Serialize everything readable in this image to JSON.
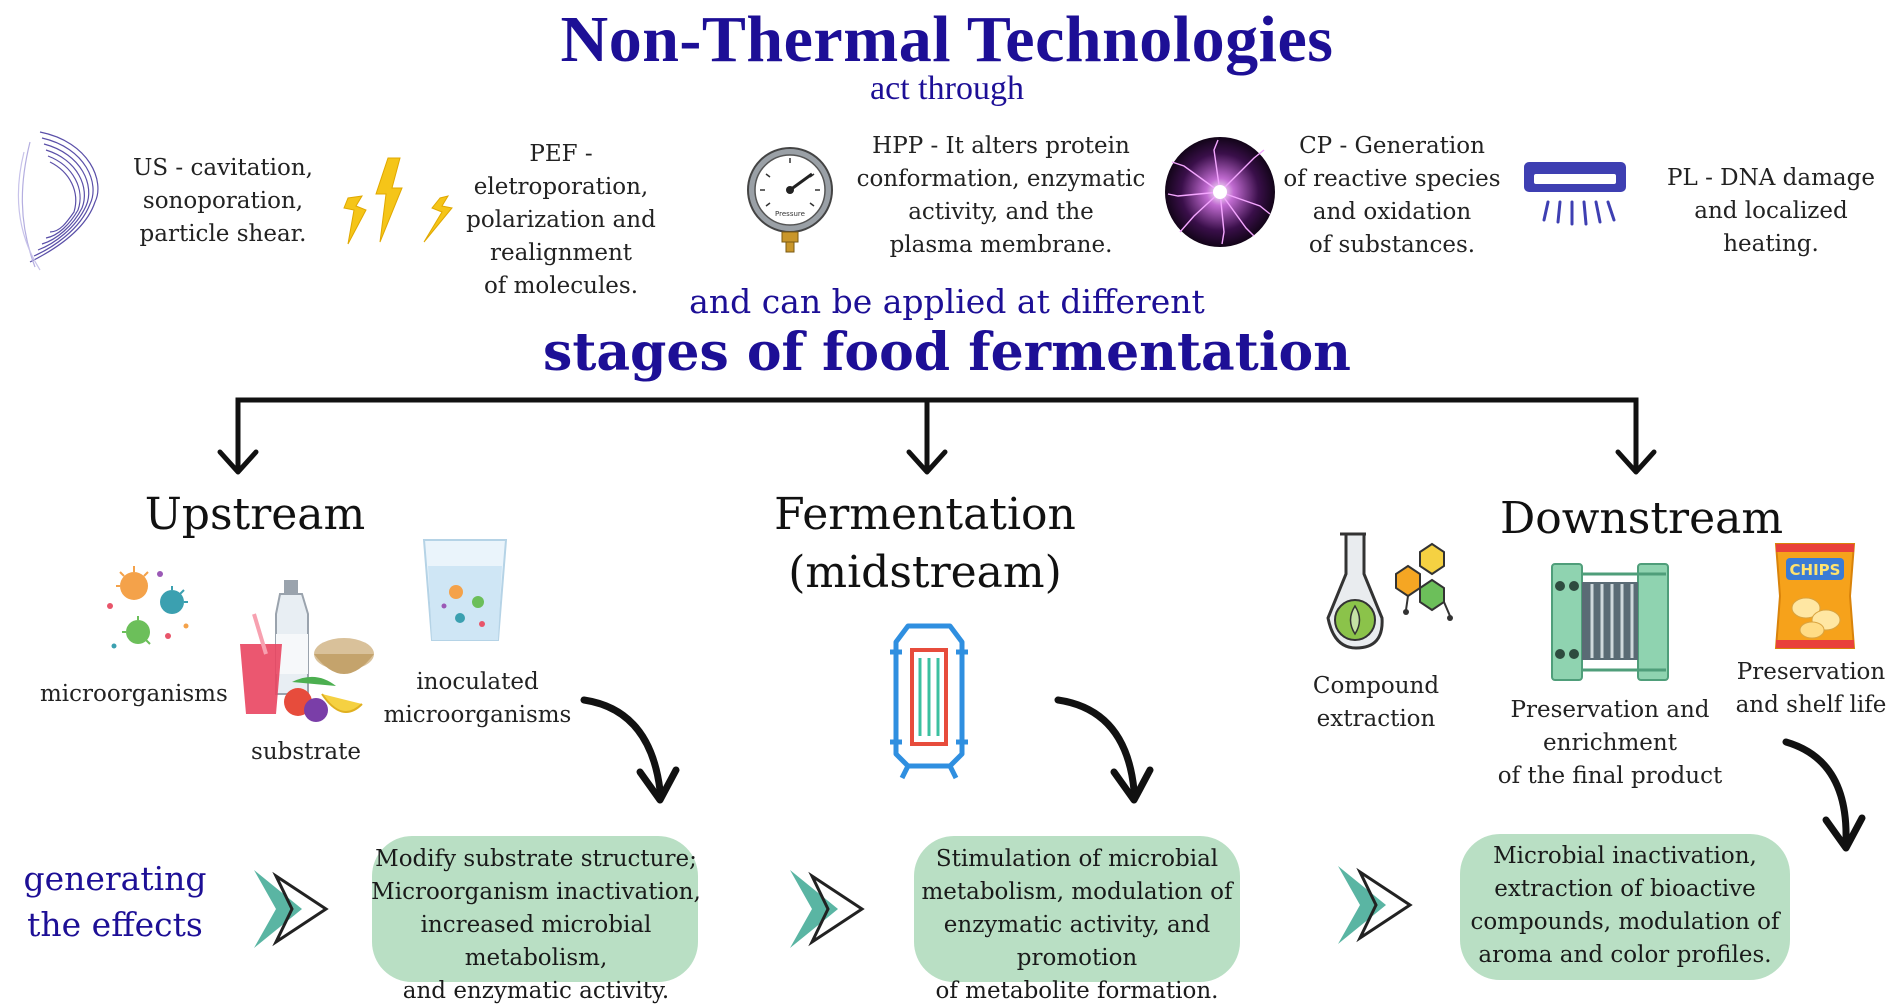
{
  "header": {
    "title": "Non-Thermal Technologies",
    "subtitle": "act through"
  },
  "technologies": [
    {
      "icon": "sound-wave-icon",
      "lines": [
        "US - cavitation,",
        "sonoporation,",
        "particle shear."
      ]
    },
    {
      "icon": "lightning-icon",
      "lines": [
        "PEF - eletroporation,",
        "polarization and",
        "realignment",
        "of molecules."
      ]
    },
    {
      "icon": "pressure-gauge-icon",
      "gauge_label": "Pressure",
      "lines": [
        "HPP - It alters protein",
        "conformation,  enzymatic",
        "activity, and the",
        "plasma membrane."
      ]
    },
    {
      "icon": "plasma-ball-icon",
      "lines": [
        "CP - Generation",
        "of reactive species",
        "and oxidation",
        "of substances."
      ]
    },
    {
      "icon": "uv-lamp-icon",
      "lines": [
        "PL - DNA damage",
        "and localized heating."
      ]
    }
  ],
  "bridge": {
    "line1": "and can be applied at different",
    "line2": "stages of food fermentation"
  },
  "stages": {
    "upstream": {
      "title": "Upstream",
      "items": [
        "microorganisms",
        "substrate",
        "inoculated",
        "microorganisms"
      ]
    },
    "fermentation": {
      "title_line1": "Fermentation",
      "title_line2": "(midstream)"
    },
    "downstream": {
      "title": "Downstream",
      "items": {
        "compound": [
          "Compound",
          "extraction"
        ],
        "enrichment": [
          "Preservation and",
          "enrichment",
          "of the final product"
        ],
        "shelf": [
          "Preservation",
          "and shelf life"
        ]
      },
      "chips_label": "CHIPS"
    }
  },
  "effects": {
    "label_line1": "generating",
    "label_line2": "the effects",
    "boxes": [
      [
        "Modify  substrate structure;",
        "Microorganism inactivation,",
        "increased microbial metabolism,",
        "and enzymatic activity."
      ],
      [
        "Stimulation of microbial",
        "metabolism, modulation of",
        "enzymatic activity, and promotion",
        "of metabolite formation."
      ],
      [
        "Microbial inactivation,",
        "extraction of bioactive",
        "compounds, modulation of",
        "aroma and color profiles."
      ]
    ]
  },
  "colors": {
    "title": "#1d0f96",
    "effect_box": "#b9dfc4",
    "chevron": "#5ab5a3",
    "uv_lamp": "#3e3fb2",
    "lightning": "#f5c518"
  }
}
